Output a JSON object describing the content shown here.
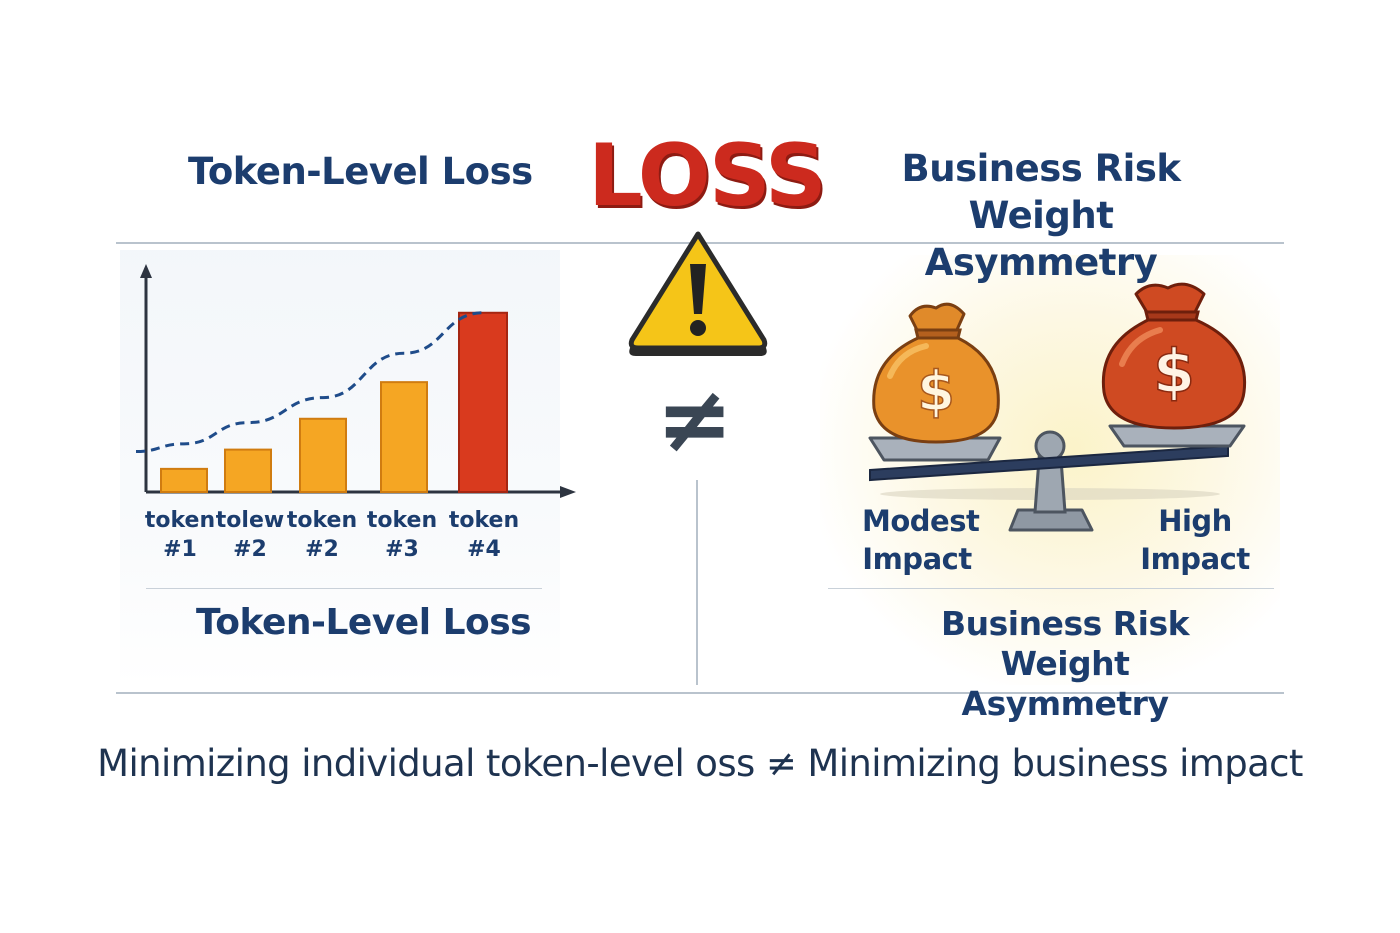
{
  "header": {
    "left_title": "Token-Level Loss",
    "center_title": "LOSS",
    "right_title_line1": "Business Risk",
    "right_title_line2": "Weight Asymmetry"
  },
  "center": {
    "warning_icon": "warning-triangle-icon",
    "not_equal_symbol": "≠",
    "warning_color": "#f5c518"
  },
  "left_panel": {
    "tick_labels": [
      {
        "top": "token",
        "bottom": "#1"
      },
      {
        "top": "tolew",
        "bottom": "#2"
      },
      {
        "top": "token",
        "bottom": "#2"
      },
      {
        "top": "token",
        "bottom": "#3"
      },
      {
        "top": "token",
        "bottom": "#4"
      }
    ],
    "caption": "Token-Level Loss"
  },
  "chart_data": {
    "type": "bar",
    "categories": [
      "token #1",
      "tolew #2",
      "token #2",
      "token #3",
      "token #4"
    ],
    "values": [
      1.2,
      2.2,
      3.8,
      5.7,
      9.3
    ],
    "trend_line": [
      2.5,
      3.6,
      4.9,
      7.2,
      9.3
    ],
    "colors": [
      "#f5a623",
      "#f5a623",
      "#f5a623",
      "#f5a623",
      "#d93a1e"
    ],
    "title": "",
    "xlabel": "",
    "ylabel": "",
    "ylim": [
      0,
      11
    ]
  },
  "right_panel": {
    "modest_label_line1": "Modest",
    "modest_label_line2": "Impact",
    "high_label_line1": "High",
    "high_label_line2": "Impact",
    "bag_symbol": "$",
    "icons": [
      "money-bag-icon",
      "money-bag-icon",
      "balance-scale-icon"
    ],
    "caption_line1": "Business Risk Weight",
    "caption_line2": "Asymmetry"
  },
  "footer": {
    "text": "Minimizing individual token-level oss ≠ Minimizing business impact"
  }
}
